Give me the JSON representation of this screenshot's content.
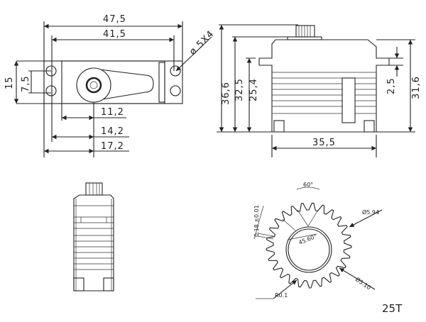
{
  "title": "Servo dimensional drawing",
  "top_view": {
    "width_overall": "47,5",
    "width_mount": "41,5",
    "height": "15",
    "hole_pitch": "7,5",
    "hole_spec": "ø 5X4",
    "offset_body": "11,2",
    "offset_mount": "14,2",
    "offset_overall": "17,2"
  },
  "side_view": {
    "height_overall": "36,6",
    "height_body": "32,5",
    "height_flange": "25,4",
    "flange_thickness": "2,5",
    "height_right": "31,6",
    "width": "35,5"
  },
  "gear_detail": {
    "angle": "60°",
    "tooth_width": "0.18 ±0.01",
    "inner_angle": "45.60°",
    "outer_diameter": "Ø5.94",
    "root_diameter": "Ø5.10",
    "radius": "R0.1",
    "tooth_count": "25T",
    "teeth": 25
  }
}
